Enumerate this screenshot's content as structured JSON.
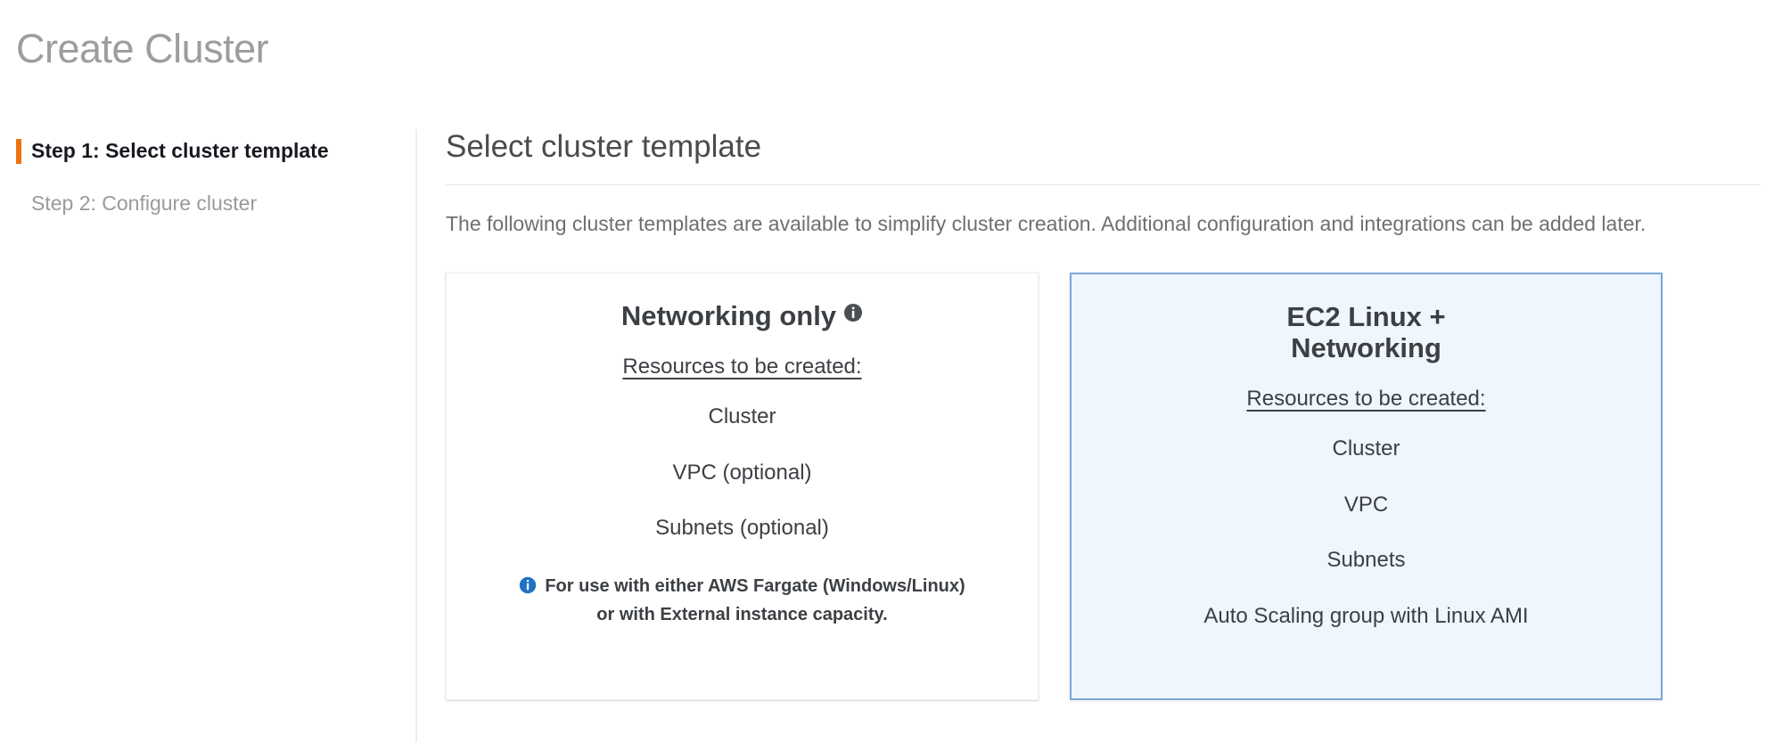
{
  "page": {
    "title": "Create Cluster"
  },
  "wizard": {
    "steps": [
      {
        "label": "Step 1: Select cluster template",
        "state": "active"
      },
      {
        "label": "Step 2: Configure cluster",
        "state": "inactive"
      }
    ],
    "active_marker_color": "#ec7211"
  },
  "main": {
    "section_title": "Select cluster template",
    "section_description": "The following cluster templates are available to simplify cluster creation. Additional configuration and integrations can be added later."
  },
  "templates": [
    {
      "id": "networking-only",
      "title": "Networking only",
      "info_icon": "info-circle-icon",
      "resources_label": "Resources to be created:",
      "resources": [
        "Cluster",
        "VPC (optional)",
        "Subnets (optional)"
      ],
      "footnote_icon": "info-circle-blue-icon",
      "footnote_line1": "For use with either AWS Fargate (Windows/Linux)",
      "footnote_line2": "or with External instance capacity.",
      "selected": false
    },
    {
      "id": "ec2-linux-networking",
      "title_line1": "EC2 Linux +",
      "title_line2": "Networking",
      "resources_label": "Resources to be created:",
      "resources": [
        "Cluster",
        "VPC",
        "Subnets",
        "Auto Scaling group with Linux AMI"
      ],
      "selected": true
    }
  ],
  "colors": {
    "accent_orange": "#ec7211",
    "selected_border": "#7ba7d7",
    "selected_fill": "#eff6fd",
    "info_blue": "#1f72c4",
    "info_dark": "#4b4f55",
    "title_gray": "#9d9d9d",
    "body_gray": "#6f6f6f"
  }
}
